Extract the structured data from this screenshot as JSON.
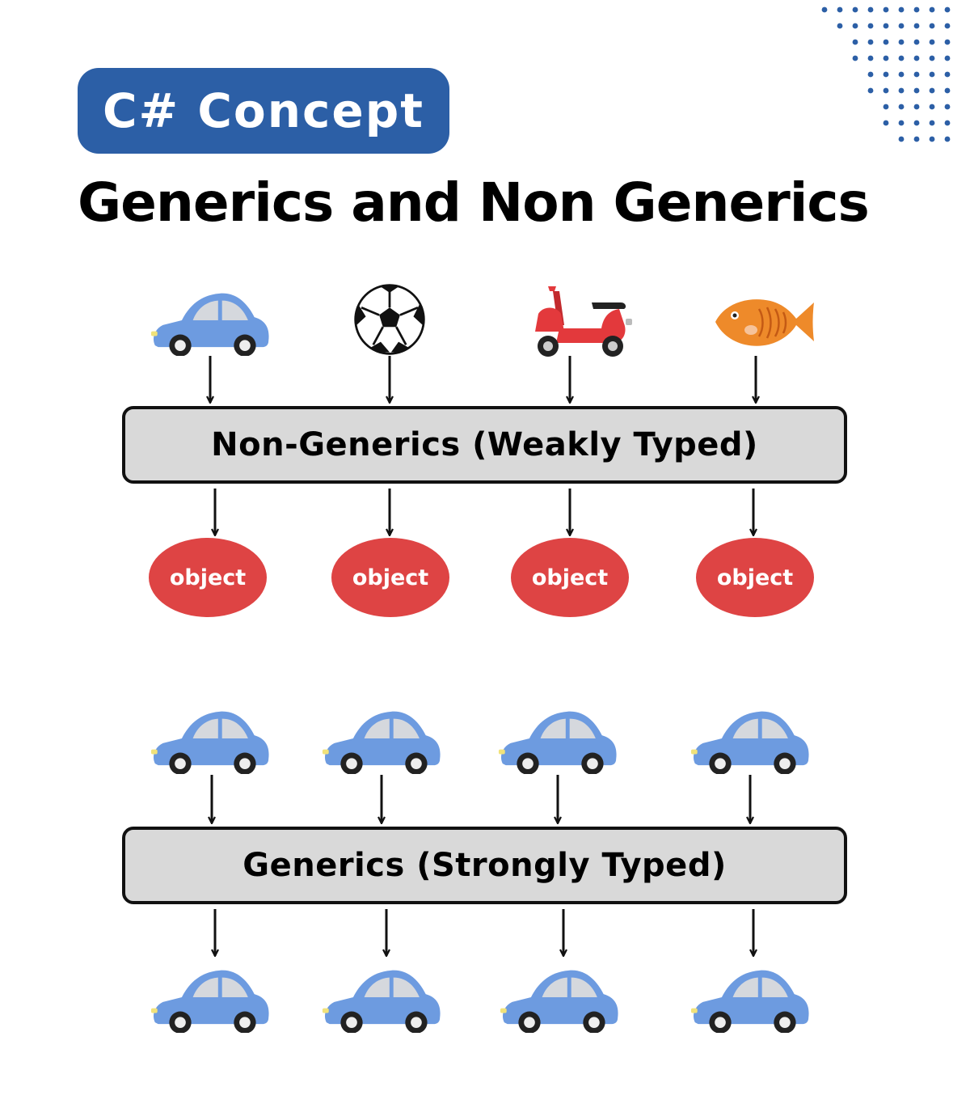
{
  "header": {
    "badge_label": "C# Concept",
    "title": "Generics and Non Generics"
  },
  "non_generics": {
    "label": "Non-Generics (Weakly Typed)",
    "inputs": [
      {
        "icon": "car-icon"
      },
      {
        "icon": "soccer-ball-icon"
      },
      {
        "icon": "scooter-icon"
      },
      {
        "icon": "fish-icon"
      }
    ],
    "outputs": [
      "object",
      "object",
      "object",
      "object"
    ]
  },
  "generics": {
    "label": "Generics (Strongly Typed)",
    "inputs": [
      {
        "icon": "car-icon"
      },
      {
        "icon": "car-icon"
      },
      {
        "icon": "car-icon"
      },
      {
        "icon": "car-icon"
      }
    ],
    "outputs": [
      {
        "icon": "car-icon"
      },
      {
        "icon": "car-icon"
      },
      {
        "icon": "car-icon"
      },
      {
        "icon": "car-icon"
      }
    ]
  },
  "colors": {
    "badge": "#2c5fa6",
    "dots": "#2c5fa6",
    "panel_fill": "#d9d9d9",
    "object_fill": "#de4444",
    "car_body": "#6d9be0",
    "car_window": "#d5d8dd",
    "scooter": "#e3393c",
    "fish": "#ee8a2a"
  }
}
